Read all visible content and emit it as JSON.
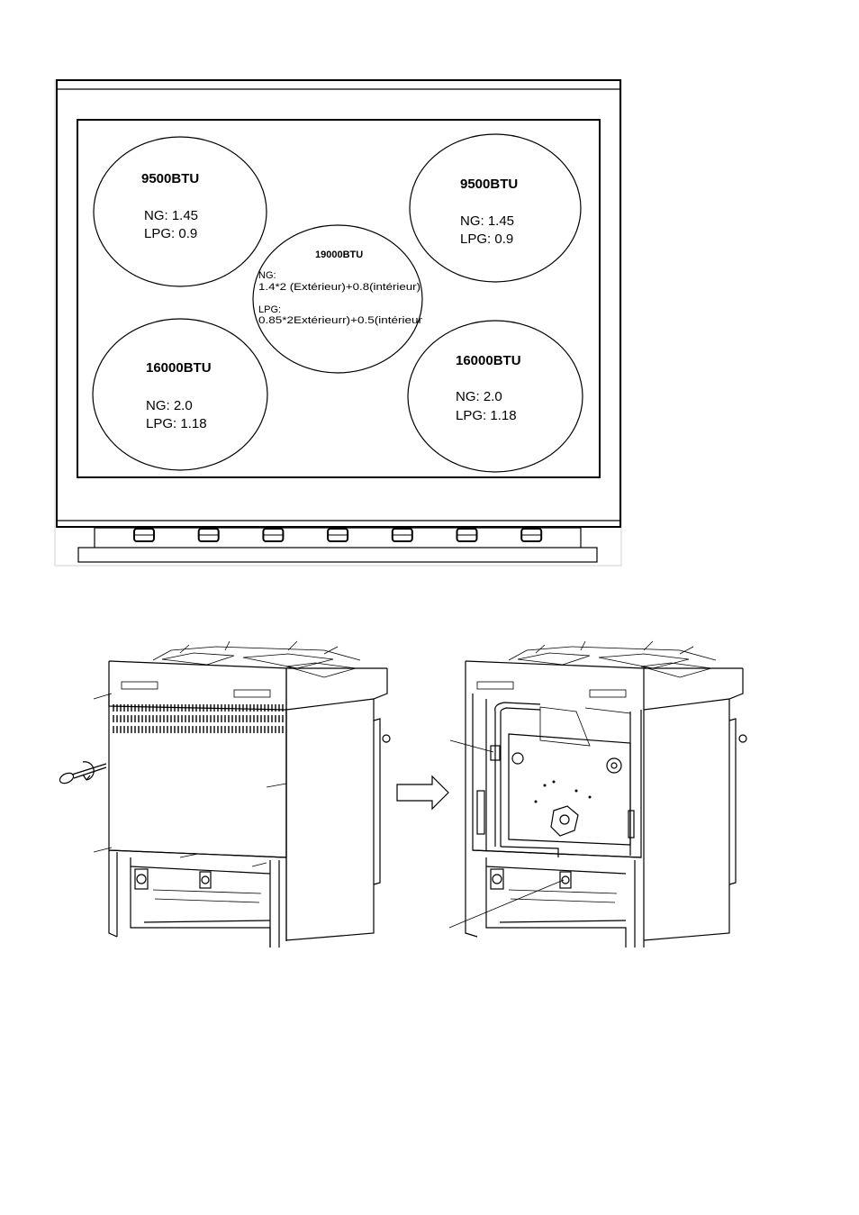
{
  "burners": {
    "top_left": {
      "btu": "9500BTU",
      "ng": "NG: 1.45",
      "lpg": "LPG: 0.9"
    },
    "top_right": {
      "btu": "9500BTU",
      "ng": "NG: 1.45",
      "lpg": "LPG: 0.9"
    },
    "center": {
      "btu": "19000BTU",
      "ng_label": "NG:",
      "ng_value": "1.4*2 (Extérieur)+0.8(intérieur)",
      "lpg_label": "LPG:",
      "lpg_value": "0.85*2Extérieurr)+0.5(intérieur"
    },
    "bottom_left": {
      "btu": "16000BTU",
      "ng": "NG: 2.0",
      "lpg": "LPG: 1.18"
    },
    "bottom_right": {
      "btu": "16000BTU",
      "ng": "NG: 2.0",
      "lpg": "LPG: 1.18"
    }
  },
  "knob_count": 7,
  "icons": [
    "screwdriver-icon",
    "rotate-arrow-icon",
    "right-arrow-icon"
  ]
}
